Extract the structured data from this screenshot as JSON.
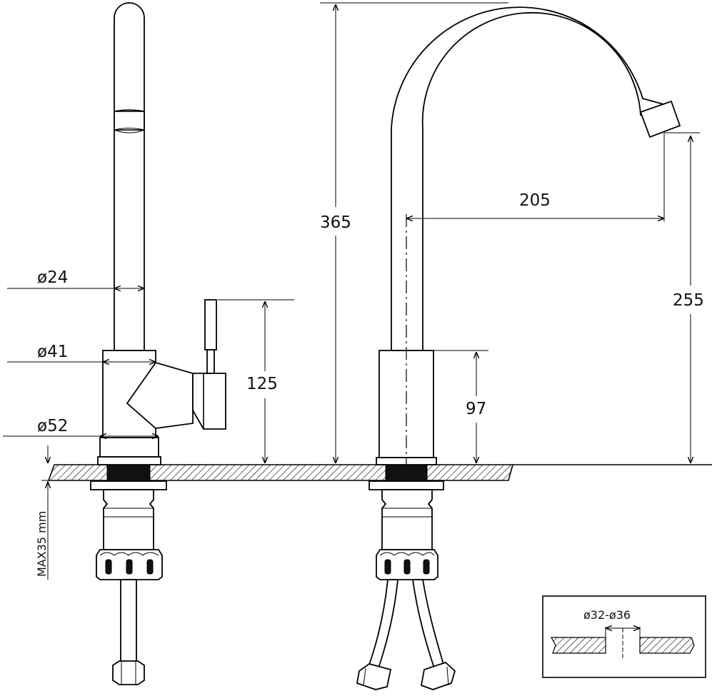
{
  "labels": {
    "spout_diameter": "ø24",
    "body_diameter": "ø41",
    "base_diameter": "ø52",
    "lever_height": "125",
    "total_height": "365",
    "spout_reach": "205",
    "spout_outlet_height": "255",
    "body_height": "97",
    "max_deck_thickness": "MAX35 mm",
    "hole_diameter": "ø32-ø36"
  }
}
